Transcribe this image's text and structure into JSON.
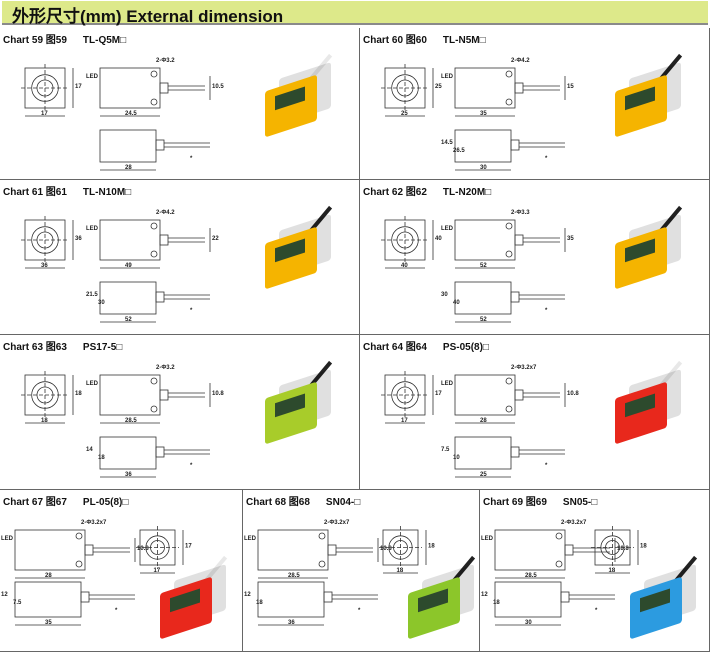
{
  "header": {
    "title": "外形尺寸(mm)  External dimension"
  },
  "charts": [
    {
      "chart": "Chart 59",
      "cn": "图59",
      "model": "TL-Q5M□",
      "dims": [
        "17",
        "17",
        "24.5",
        "10.5",
        "2-Φ3.2",
        "LED",
        "28",
        "*"
      ],
      "color": "#f5b400",
      "cable": "#e8e8e8"
    },
    {
      "chart": "Chart 60",
      "cn": "图60",
      "model": "TL-N5M□",
      "dims": [
        "25",
        "25",
        "35",
        "15",
        "2-Φ4.2",
        "LED",
        "30",
        "14.5",
        "26.5",
        "*"
      ],
      "color": "#f5b400",
      "cable": "#222222"
    },
    {
      "chart": "Chart 61",
      "cn": "图61",
      "model": "TL-N10M□",
      "dims": [
        "36",
        "36",
        "49",
        "22",
        "2-Φ4.2",
        "LED",
        "52",
        "21.5",
        "30",
        "*"
      ],
      "color": "#f5b400",
      "cable": "#222222"
    },
    {
      "chart": "Chart 62",
      "cn": "图62",
      "model": "TL-N20M□",
      "dims": [
        "40",
        "40",
        "52",
        "35",
        "2-Φ3.3",
        "LED",
        "52",
        "30",
        "40",
        "*"
      ],
      "color": "#f5b400",
      "cable": "#222222"
    },
    {
      "chart": "Chart 63",
      "cn": "图63",
      "model": "PS17-5□",
      "dims": [
        "18",
        "18",
        "28.5",
        "10.8",
        "2-Φ3.2",
        "LED",
        "36",
        "14",
        "18",
        "*"
      ],
      "color": "#a8cc2a",
      "cable": "#222222"
    },
    {
      "chart": "Chart 64",
      "cn": "图64",
      "model": "PS-05(8)□",
      "dims": [
        "17",
        "17",
        "28",
        "10.8",
        "2-Φ3.2x7",
        "LED",
        "25",
        "7.5",
        "10",
        "*"
      ],
      "color": "#e8281c",
      "cable": "#e8e8e8"
    },
    {
      "chart": "Chart 67",
      "cn": "图67",
      "model": "PL-05(8)□",
      "dims": [
        "17",
        "17",
        "28",
        "10.8",
        "2-Φ3.2x7",
        "LED",
        "35",
        "12",
        "7.5",
        "*"
      ],
      "color": "#e8281c",
      "cable": "#e8e8e8"
    },
    {
      "chart": "Chart 68",
      "cn": "图68",
      "model": "SN04-□",
      "dims": [
        "18",
        "18",
        "28.5",
        "10.8",
        "2-Φ3.2x7",
        "LED",
        "36",
        "12",
        "18",
        "*"
      ],
      "color": "#8cc62a",
      "cable": "#222222"
    },
    {
      "chart": "Chart 69",
      "cn": "图69",
      "model": "SN05-□",
      "dims": [
        "18",
        "18",
        "28.5",
        "10.8",
        "2-Φ3.2x7",
        "LED",
        "30",
        "12",
        "18",
        "*"
      ],
      "color": "#2c9be0",
      "cable": "#222222"
    }
  ]
}
